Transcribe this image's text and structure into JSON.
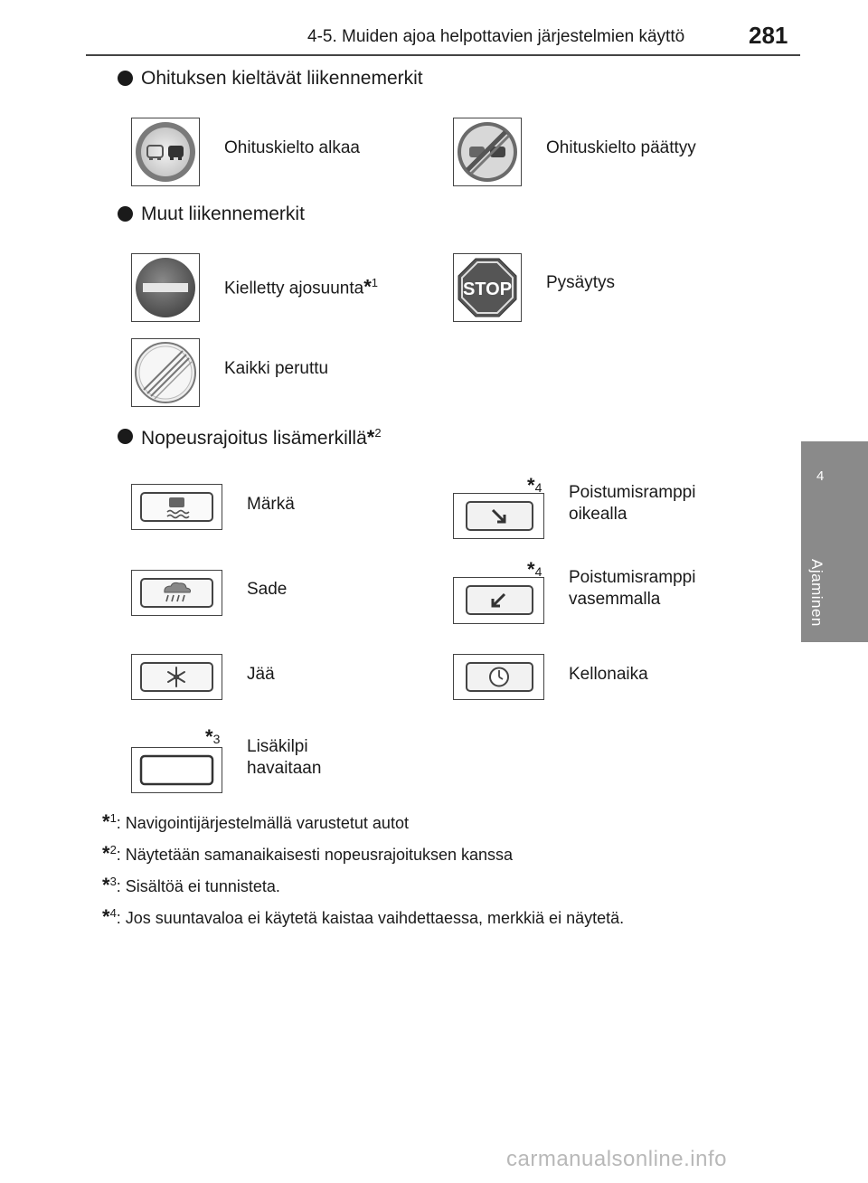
{
  "header": {
    "section_title": "4-5. Muiden ajoa helpottavien järjestelmien käyttö",
    "page_number": "281"
  },
  "side_tab": {
    "chapter_number": "4",
    "chapter_label": "Ajaminen"
  },
  "sections": {
    "overtaking": {
      "title": "Ohituksen kieltävät liikennemerkit",
      "items": [
        {
          "label": "Ohituskielto alkaa",
          "icon": "no-overtaking-sign-icon"
        },
        {
          "label": "Ohituskielto päättyy",
          "icon": "end-no-overtaking-sign-icon"
        }
      ]
    },
    "other": {
      "title": "Muut liikennemerkit",
      "items": [
        {
          "label": "Kielletty ajosuunta",
          "note": "1",
          "icon": "no-entry-sign-icon"
        },
        {
          "label": "Pysäytys",
          "icon": "stop-sign-icon",
          "sign_text": "STOP"
        },
        {
          "label": "Kaikki peruttu",
          "icon": "end-all-restrictions-sign-icon"
        }
      ]
    },
    "speed": {
      "title": "Nopeusrajoitus lisämerkillä",
      "title_note": "2",
      "items": [
        {
          "label": "Märkä",
          "icon": "wet-road-plate-icon"
        },
        {
          "label": "Poistumisramppi oikealla",
          "label_line1": "Poistumisramppi",
          "label_line2": "oikealla",
          "note": "4",
          "icon": "exit-right-plate-icon"
        },
        {
          "label": "Sade",
          "icon": "rain-plate-icon"
        },
        {
          "label": "Poistumisramppi vasemmalla",
          "label_line1": "Poistumisramppi",
          "label_line2": "vasemmalla",
          "note": "4",
          "icon": "exit-left-plate-icon"
        },
        {
          "label": "Jää",
          "icon": "ice-plate-icon"
        },
        {
          "label": "Kellonaika",
          "icon": "clock-plate-icon"
        },
        {
          "label": "Lisäkilpi havaitaan",
          "label_line1": "Lisäkilpi",
          "label_line2": "havaitaan",
          "note": "3",
          "icon": "blank-plate-icon"
        }
      ]
    }
  },
  "footnotes": [
    {
      "num": "1",
      "text": ": Navigointijärjestelmällä varustetut autot"
    },
    {
      "num": "2",
      "text": ": Näytetään samanaikaisesti nopeusrajoituksen kanssa"
    },
    {
      "num": "3",
      "text": ": Sisältöä ei tunnisteta."
    },
    {
      "num": "4",
      "text": ": Jos suuntavaloa ei käytetä kaistaa vaihdettaessa, merkkiä ei näytetä."
    }
  ],
  "watermark": "carmanualsonline.info",
  "symbols": {
    "asterisk": "*"
  }
}
